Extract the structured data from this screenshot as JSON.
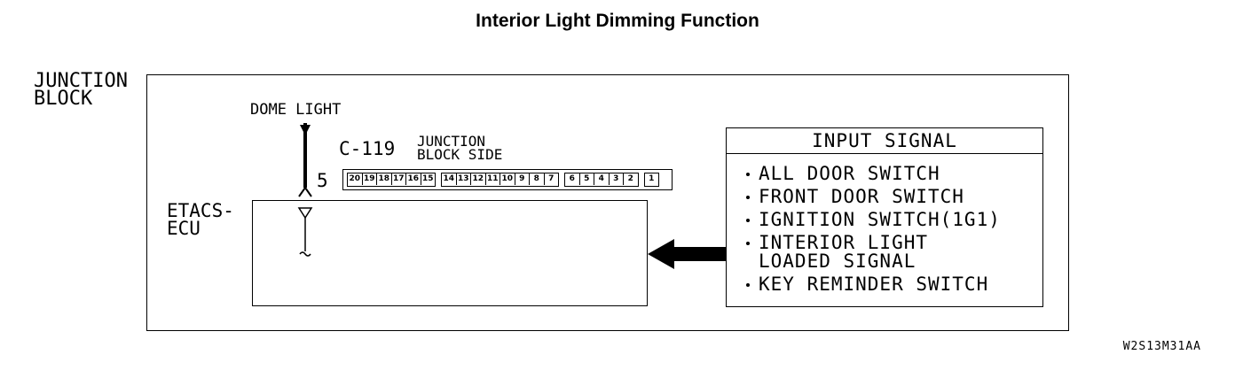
{
  "title": "Interior Light Dimming Function",
  "junction_block": {
    "label_line1": "JUNCTION",
    "label_line2": "BLOCK"
  },
  "dome_light": {
    "label": "DOME LIGHT",
    "terminal": "5"
  },
  "connector": {
    "id": "C-119",
    "side_line1": "JUNCTION",
    "side_line2": "BLOCK SIDE",
    "groups": [
      [
        "20",
        "19",
        "18",
        "17",
        "16",
        "15"
      ],
      [
        "14",
        "13",
        "12",
        "11",
        "10",
        "9",
        "8",
        "7"
      ],
      [
        "6",
        "5",
        "4",
        "3",
        "2"
      ],
      [
        "1"
      ]
    ]
  },
  "ecu": {
    "label_line1": "ETACS-",
    "label_line2": "ECU"
  },
  "input_signal": {
    "header": "INPUT SIGNAL",
    "items": [
      "ALL DOOR SWITCH",
      "FRONT DOOR SWITCH",
      "IGNITION SWITCH(1G1)",
      "INTERIOR LIGHT",
      "LOADED SIGNAL",
      "KEY REMINDER SWITCH"
    ]
  },
  "figure_code": "W2S13M31AA"
}
